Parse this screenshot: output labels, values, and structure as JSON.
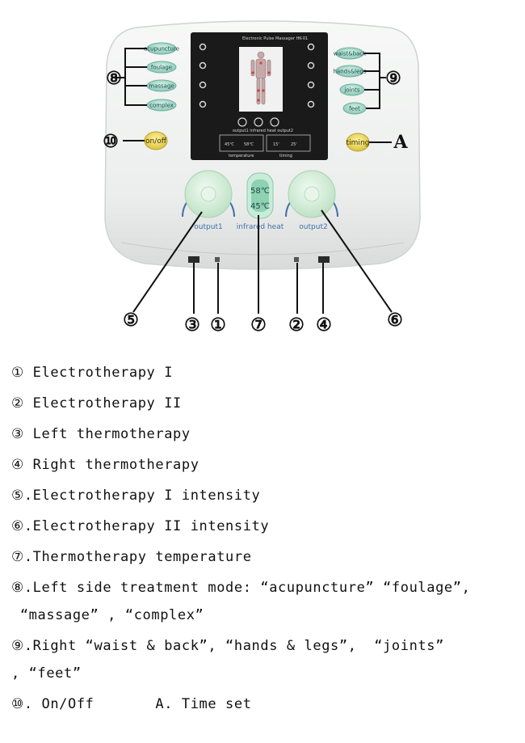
{
  "device": {
    "screen_title": "Electronic Pulse Massager HK-01",
    "screen_footer": "output1  infrared heat  output2",
    "screen_temps": [
      "45℃",
      "58℃"
    ],
    "screen_times": [
      "15'",
      "25'"
    ],
    "screen_sub": [
      "temperature",
      "timing"
    ],
    "left_buttons": [
      "acupuncture",
      "foulage",
      "massage",
      "complex"
    ],
    "right_buttons": [
      "waist&back",
      "hands&legs",
      "joints",
      "feet"
    ],
    "power_button": "on/off",
    "timing_button": "timing",
    "temp_high": "58℃",
    "temp_low": "45℃",
    "knob_left_label": "output1",
    "knob_center_label": "infrared heat",
    "knob_right_label": "output2"
  },
  "callouts": {
    "c1": "①",
    "c2": "②",
    "c3": "③",
    "c4": "④",
    "c5": "⑤",
    "c6": "⑥",
    "c7": "⑦",
    "c8": "⑧",
    "c9": "⑨",
    "c10": "⑩",
    "cA": "A"
  },
  "legend": [
    "① Electrotherapy I",
    "② Electrotherapy II",
    "③ Left thermotherapy",
    "④ Right thermotherapy",
    "⑤.Electrotherapy I intensity",
    "⑥.Electrotherapy II intensity",
    "⑦.Thermotherapy temperature",
    "⑧.Left side treatment mode: “acupuncture” “foulage”,",
    " “massage” , “complex”",
    "⑨.Right “waist & back”, “hands & legs”,  “joints”",
    ", “feet”",
    "⑩. On/Off       A. Time set"
  ],
  "colors": {
    "button_green": "#a9dccc",
    "power_yellow": "#e6d45a",
    "screen_black": "#1a1a1a",
    "knob_green": "#d6eed8",
    "dial_blue": "#3f6fa8"
  }
}
